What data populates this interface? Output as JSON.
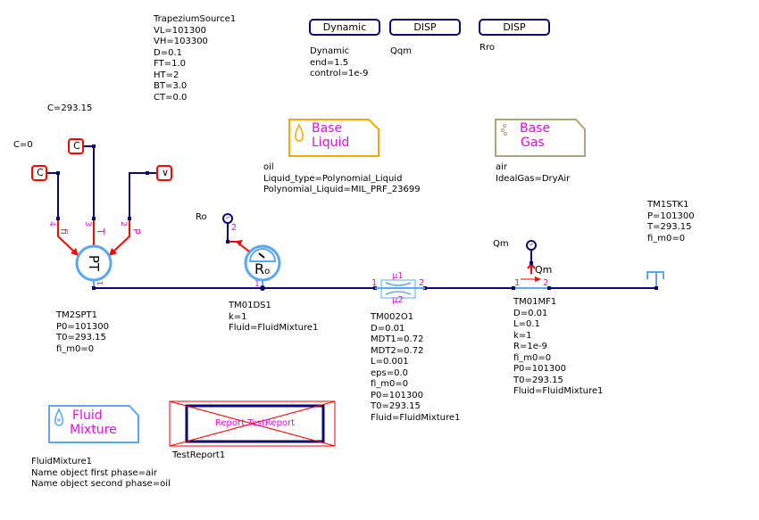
{
  "colors": {
    "wire": "#0a0a6e",
    "signal": "#ff0000",
    "port_label": "#e010e0",
    "component": "#5aa8f0",
    "base_liquid": "#f5a800",
    "base_gas": "#a8a878"
  },
  "trapezium_source": {
    "lines": [
      "TrapeziumSource1",
      "VL=101300",
      "VH=103300",
      "D=0.1",
      "FT=1.0",
      "HT=2",
      "BT=3.0",
      "CT=0.0"
    ]
  },
  "constants": {
    "c_temp": "C=293.15",
    "c_zero": "C=0",
    "const_glyph": "C",
    "source_glyph": "∨"
  },
  "blocks": {
    "dynamic_button": "Dynamic",
    "disp1_button": "DISP",
    "disp2_button": "DISP",
    "dynamic_lines": [
      "Dynamic",
      "end=1.5",
      "control=1e-9"
    ],
    "disp1_label": "Qqm",
    "disp2_label": "Rro"
  },
  "base_liquid": {
    "title_line1": "Base",
    "title_line2": "Liquid",
    "lines": [
      "oil",
      "Liquid_type=Polynomial_Liquid",
      "Polynomial_Liquid=MIL_PRF_23699"
    ]
  },
  "base_gas": {
    "title_line1": "Base",
    "title_line2": "Gas",
    "lines": [
      "air",
      "IdealGas=DryAir"
    ]
  },
  "pt_sensor": {
    "glyph": "PT",
    "ports": {
      "p1": "1",
      "p2": "2",
      "p3": "3",
      "p4": "4"
    },
    "signals": {
      "fi": "fi",
      "T": "T",
      "P": "P"
    },
    "lines": [
      "TM2SPT1",
      "P0=101300",
      "T0=293.15",
      "fi_m0=0"
    ]
  },
  "density_sensor": {
    "display_label": "Ro",
    "glyph": "R",
    "glyph_sub": "o",
    "ports": {
      "p1": "1",
      "p2": "2"
    },
    "lines": [
      "TM01DS1",
      "k=1",
      "Fluid=FluidMixture1"
    ]
  },
  "orifice": {
    "ports": {
      "p1": "1",
      "p2": "2"
    },
    "mu1": "μ1",
    "mu2": "μ2",
    "lines": [
      "TM002O1",
      "D=0.01",
      "MDT1=0.72",
      "MDT2=0.72",
      "L=0.001",
      "eps=0.0",
      "fi_m0=0",
      "P0=101300",
      "T0=293.15",
      "Fluid=FluidMixture1"
    ]
  },
  "mass_flow_sensor": {
    "display_label": "Qm",
    "signal_label": "Qm",
    "ports": {
      "p1": "1",
      "p2": "2"
    },
    "lines": [
      "TM01MF1",
      "D=0.01",
      "L=0.1",
      "k=1",
      "R=1e-9",
      "fi_m0=0",
      "P0=101300",
      "T0=293.15",
      "Fluid=FluidMixture1"
    ]
  },
  "stock": {
    "lines": [
      "TM1STK1",
      "P=101300",
      "T=293.15",
      "fi_m0=0"
    ]
  },
  "fluid_mixture": {
    "title_line1": "Fluid",
    "title_line2": "Mixture",
    "lines": [
      "FluidMixture1",
      "Name object first phase=air",
      "Name object second phase=oil"
    ]
  },
  "test_report": {
    "inner_text": "Report.TestReport",
    "label": "TestReport1"
  }
}
